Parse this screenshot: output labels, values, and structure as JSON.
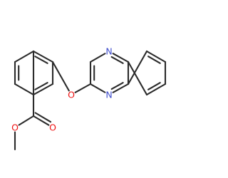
{
  "molecule": {
    "atom_colors": {
      "N": "#3f4dcc",
      "O": "#ee1111",
      "C": "#2b2b2b"
    },
    "atoms": [
      {
        "id": "a1",
        "element": "C"
      },
      {
        "id": "a2",
        "element": "C"
      },
      {
        "id": "a3",
        "element": "C"
      },
      {
        "id": "a4",
        "element": "C"
      },
      {
        "id": "a5",
        "element": "C"
      },
      {
        "id": "a6",
        "element": "C"
      },
      {
        "id": "o_ether",
        "element": "O",
        "label": "O"
      },
      {
        "id": "q3",
        "element": "C"
      },
      {
        "id": "q2",
        "element": "C"
      },
      {
        "id": "n1",
        "element": "N",
        "label": "N"
      },
      {
        "id": "n4",
        "element": "N",
        "label": "N"
      },
      {
        "id": "q8a",
        "element": "C"
      },
      {
        "id": "q4a",
        "element": "C"
      },
      {
        "id": "q5",
        "element": "C"
      },
      {
        "id": "q6",
        "element": "C"
      },
      {
        "id": "q7",
        "element": "C"
      },
      {
        "id": "q8",
        "element": "C"
      },
      {
        "id": "c_carbonyl",
        "element": "C"
      },
      {
        "id": "o_carbonyl",
        "element": "O",
        "label": "O"
      },
      {
        "id": "o_ester",
        "element": "O",
        "label": "O"
      },
      {
        "id": "c_methyl",
        "element": "C"
      }
    ],
    "bonds": [
      {
        "a": "a1",
        "b": "a2",
        "order": 2
      },
      {
        "a": "a2",
        "b": "a3",
        "order": 1
      },
      {
        "a": "a3",
        "b": "a4",
        "order": 2
      },
      {
        "a": "a4",
        "b": "a5",
        "order": 1
      },
      {
        "a": "a5",
        "b": "a6",
        "order": 2
      },
      {
        "a": "a6",
        "b": "a1",
        "order": 1
      },
      {
        "a": "a5",
        "b": "o_ether",
        "order": 1
      },
      {
        "a": "o_ether",
        "b": "q3",
        "order": 1
      },
      {
        "a": "q3",
        "b": "q2",
        "order": 2
      },
      {
        "a": "q2",
        "b": "n1",
        "order": 1
      },
      {
        "a": "n1",
        "b": "q8a",
        "order": 2
      },
      {
        "a": "q3",
        "b": "n4",
        "order": 1
      },
      {
        "a": "n4",
        "b": "q4a",
        "order": 2
      },
      {
        "a": "q4a",
        "b": "q8a",
        "order": 1
      },
      {
        "a": "q8a",
        "b": "q8",
        "order": 1
      },
      {
        "a": "q8",
        "b": "q7",
        "order": 2
      },
      {
        "a": "q7",
        "b": "q6",
        "order": 1
      },
      {
        "a": "q6",
        "b": "q5",
        "order": 2
      },
      {
        "a": "q5",
        "b": "q4a",
        "order": 1
      },
      {
        "a": "a6",
        "b": "c_carbonyl",
        "order": 1
      },
      {
        "a": "c_carbonyl",
        "b": "o_carbonyl",
        "order": 2
      },
      {
        "a": "c_carbonyl",
        "b": "o_ester",
        "order": 1
      },
      {
        "a": "o_ester",
        "b": "c_methyl",
        "order": 1
      }
    ]
  }
}
